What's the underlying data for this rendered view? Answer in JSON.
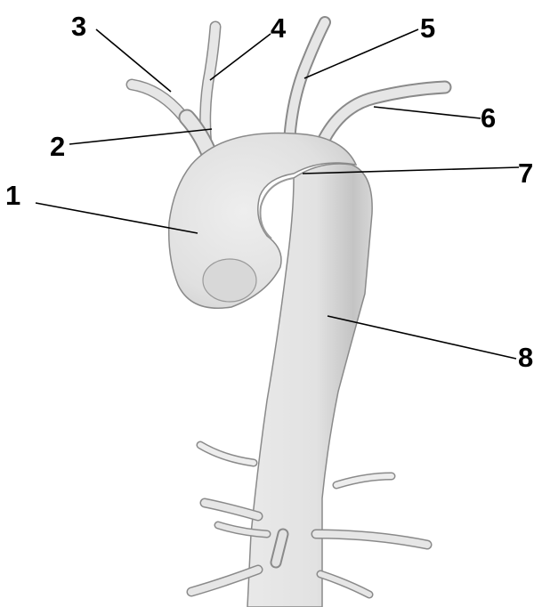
{
  "labels": {
    "l1": "1",
    "l2": "2",
    "l3": "3",
    "l4": "4",
    "l5": "5",
    "l6": "6",
    "l7": "7",
    "l8": "8"
  },
  "colors": {
    "vessel_fill": "#e6e6e6",
    "vessel_shade": "#c9c9c9",
    "vessel_outline": "#8a8a8a",
    "label_text": "#000000"
  }
}
